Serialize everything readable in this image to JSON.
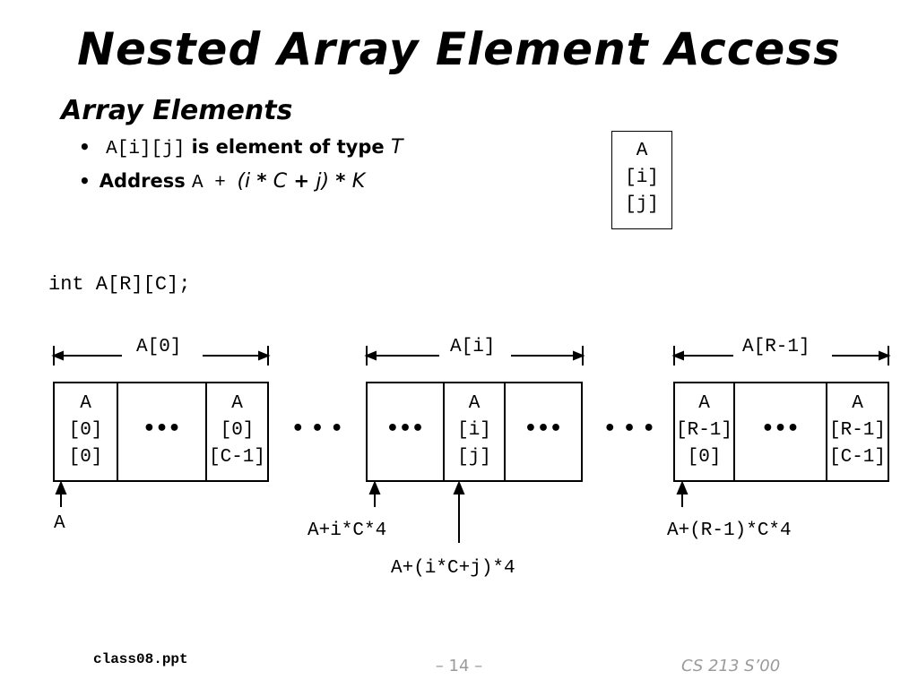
{
  "slide": {
    "title": "Nested Array Element Access",
    "heading": "Array Elements",
    "bullets": [
      {
        "code": "A[i][j]",
        "text": " is element of type ",
        "type": "T"
      },
      {
        "prefix": "Address ",
        "code": "A + ",
        "expr_open": "(",
        "expr_i": "i",
        "expr_mid1": " * ",
        "expr_c": "C",
        "expr_mid2": " + ",
        "expr_j": "j",
        "expr_close": ")",
        "expr_times": " * ",
        "expr_k": "K"
      }
    ],
    "element_box": {
      "line1": "A",
      "line2": "[i]",
      "line3": "[j]"
    },
    "declaration": "int A[R][C];",
    "row_labels": {
      "first": "A[0]",
      "middle": "A[i]",
      "last": "A[R-1]"
    },
    "cells": {
      "a00": {
        "line1": "A",
        "line2": "[0]",
        "line3": "[0]"
      },
      "a0c": {
        "line1": "A",
        "line2": "[0]",
        "line3": "[C-1]"
      },
      "aij": {
        "line1": "A",
        "line2": "[i]",
        "line3": "[j]"
      },
      "ar0": {
        "line1": "A",
        "line2": "[R-1]",
        "line3": "[0]"
      },
      "arc": {
        "line1": "A",
        "line2": "[R-1]",
        "line3": "[C-1]"
      },
      "ellipsis": "•••",
      "gap": "• • •"
    },
    "address_labels": {
      "start": "A",
      "row_i": "A+i*C*4",
      "elem_ij": "A+(i*C+j)*4",
      "row_last": "A+(R-1)*C*4"
    },
    "footer": {
      "left": "class08.ppt",
      "middle": "– 14 –",
      "right": "CS 213 S’00"
    }
  }
}
